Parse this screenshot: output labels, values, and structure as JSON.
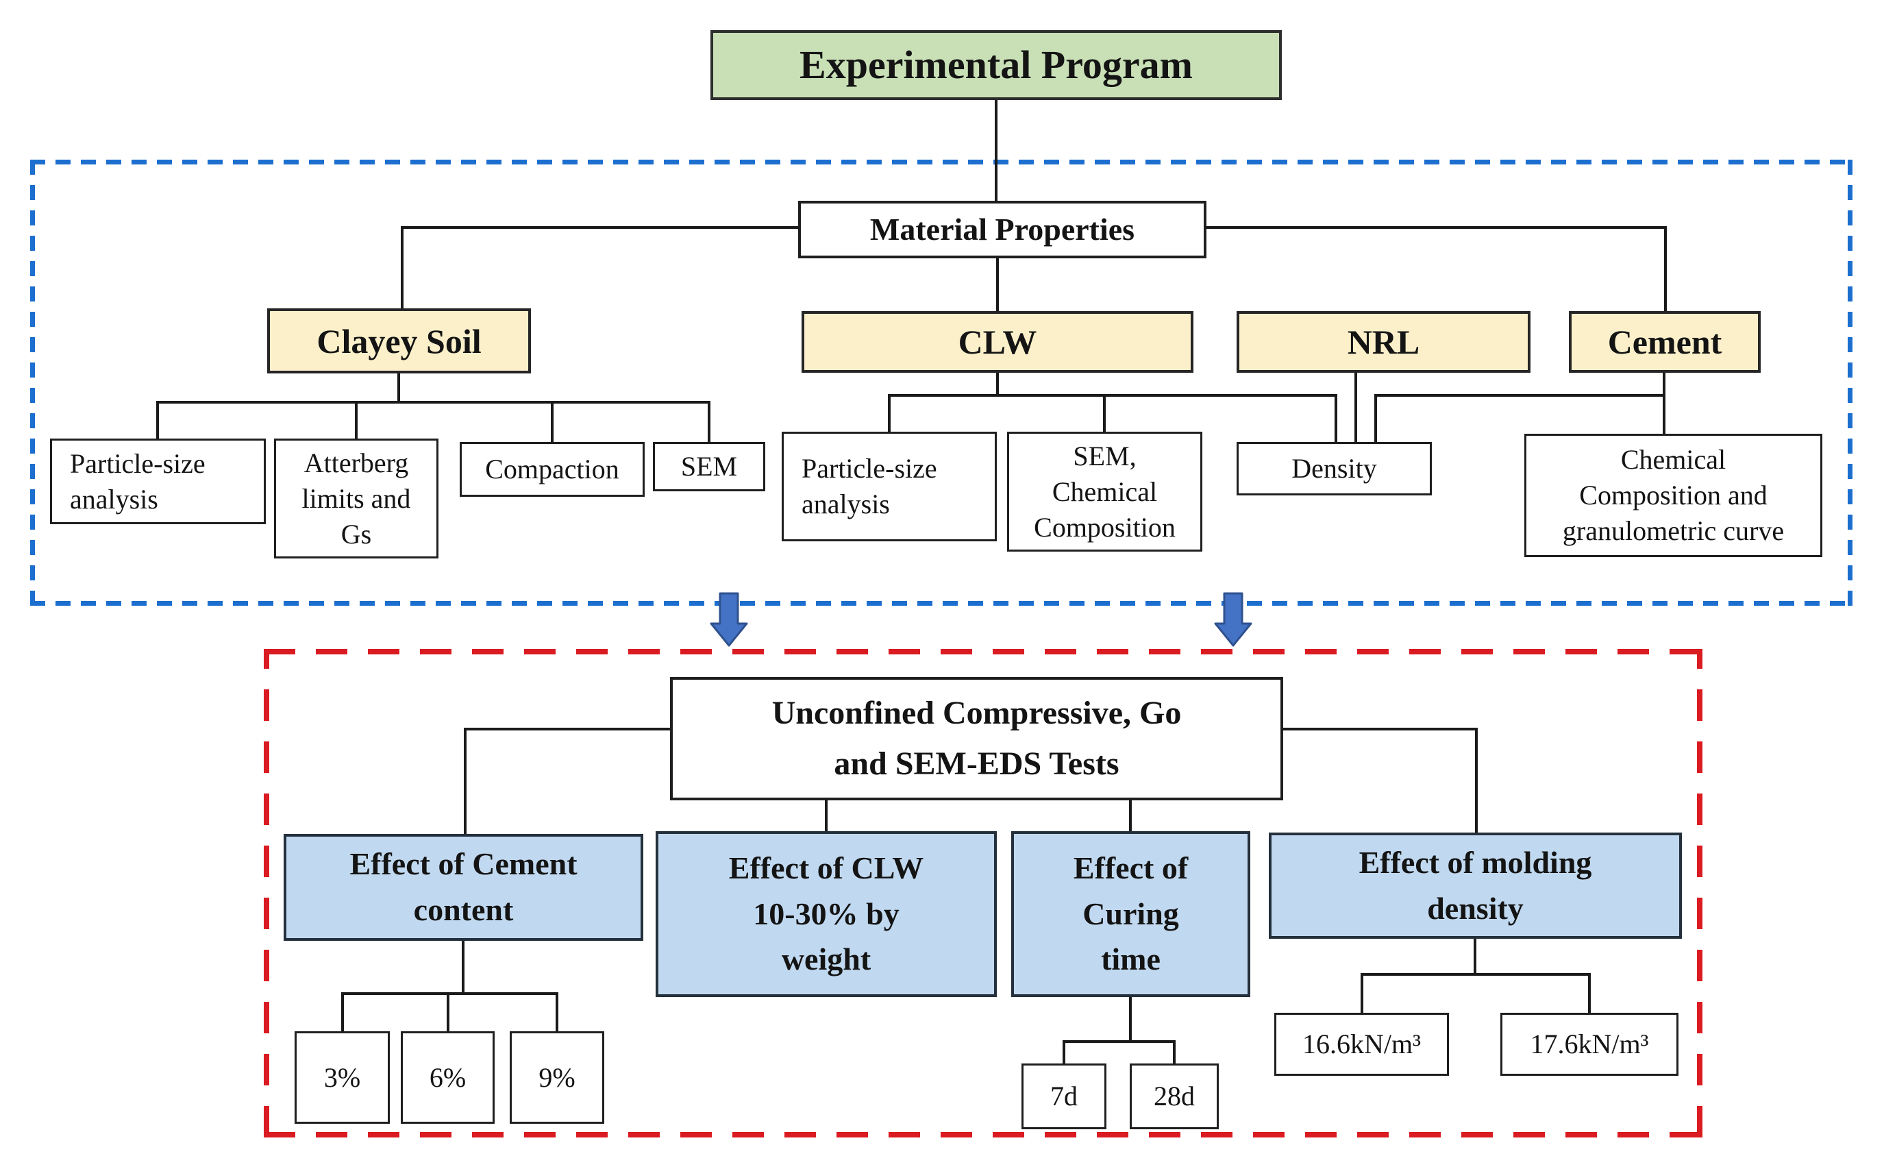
{
  "nodes": {
    "experimental_program": {
      "label": "Experimental Program"
    },
    "material_properties": {
      "label": "Material Properties"
    },
    "clayey_soil": {
      "label": "Clayey Soil"
    },
    "particle_size_soil": {
      "lines": [
        "Particle-size",
        "analysis"
      ]
    },
    "atterberg": {
      "lines": [
        "Atterberg",
        "limits and",
        "Gs"
      ]
    },
    "compaction": {
      "label": "Compaction"
    },
    "sem": {
      "label": "SEM"
    },
    "clw": {
      "label": "CLW"
    },
    "particle_size_clw": {
      "lines": [
        "Particle-size",
        "analysis"
      ]
    },
    "sem_chemical": {
      "lines": [
        "SEM,",
        "Chemical",
        "Composition"
      ]
    },
    "nrl": {
      "label": "NRL"
    },
    "density": {
      "label": "Density"
    },
    "cement": {
      "label": "Cement"
    },
    "chemical_composition": {
      "lines": [
        "Chemical",
        "Composition and",
        "granulometric curve"
      ]
    },
    "uc_tests": {
      "lines": [
        "Unconfined Compressive, Go",
        "and SEM-EDS Tests"
      ]
    },
    "effect_cement": {
      "lines": [
        "Effect of Cement",
        "content"
      ]
    },
    "pct3": {
      "label": "3%"
    },
    "pct6": {
      "label": "6%"
    },
    "pct9": {
      "label": "9%"
    },
    "effect_clw": {
      "lines": [
        "Effect of CLW",
        "10-30% by",
        "weight"
      ]
    },
    "effect_curing": {
      "lines": [
        "Effect of",
        "Curing",
        "time"
      ]
    },
    "d7": {
      "label": "7d"
    },
    "d28": {
      "label": "28d"
    },
    "effect_molding": {
      "lines": [
        "Effect of molding",
        "density"
      ]
    },
    "kn166": {
      "label": "16.6kN/m³"
    },
    "kn176": {
      "label": "17.6kN/m³"
    }
  },
  "colors": {
    "root_fill": "#c9e0b6",
    "category_fill": "#fbf0ca",
    "effect_fill": "#c1d9f0",
    "blue_dash": "#1d6fcf",
    "red_dash": "#da1b21",
    "arrow_fill": "#4472c4",
    "arrow_stroke": "#2f528f",
    "line": "#1a1a1a"
  }
}
